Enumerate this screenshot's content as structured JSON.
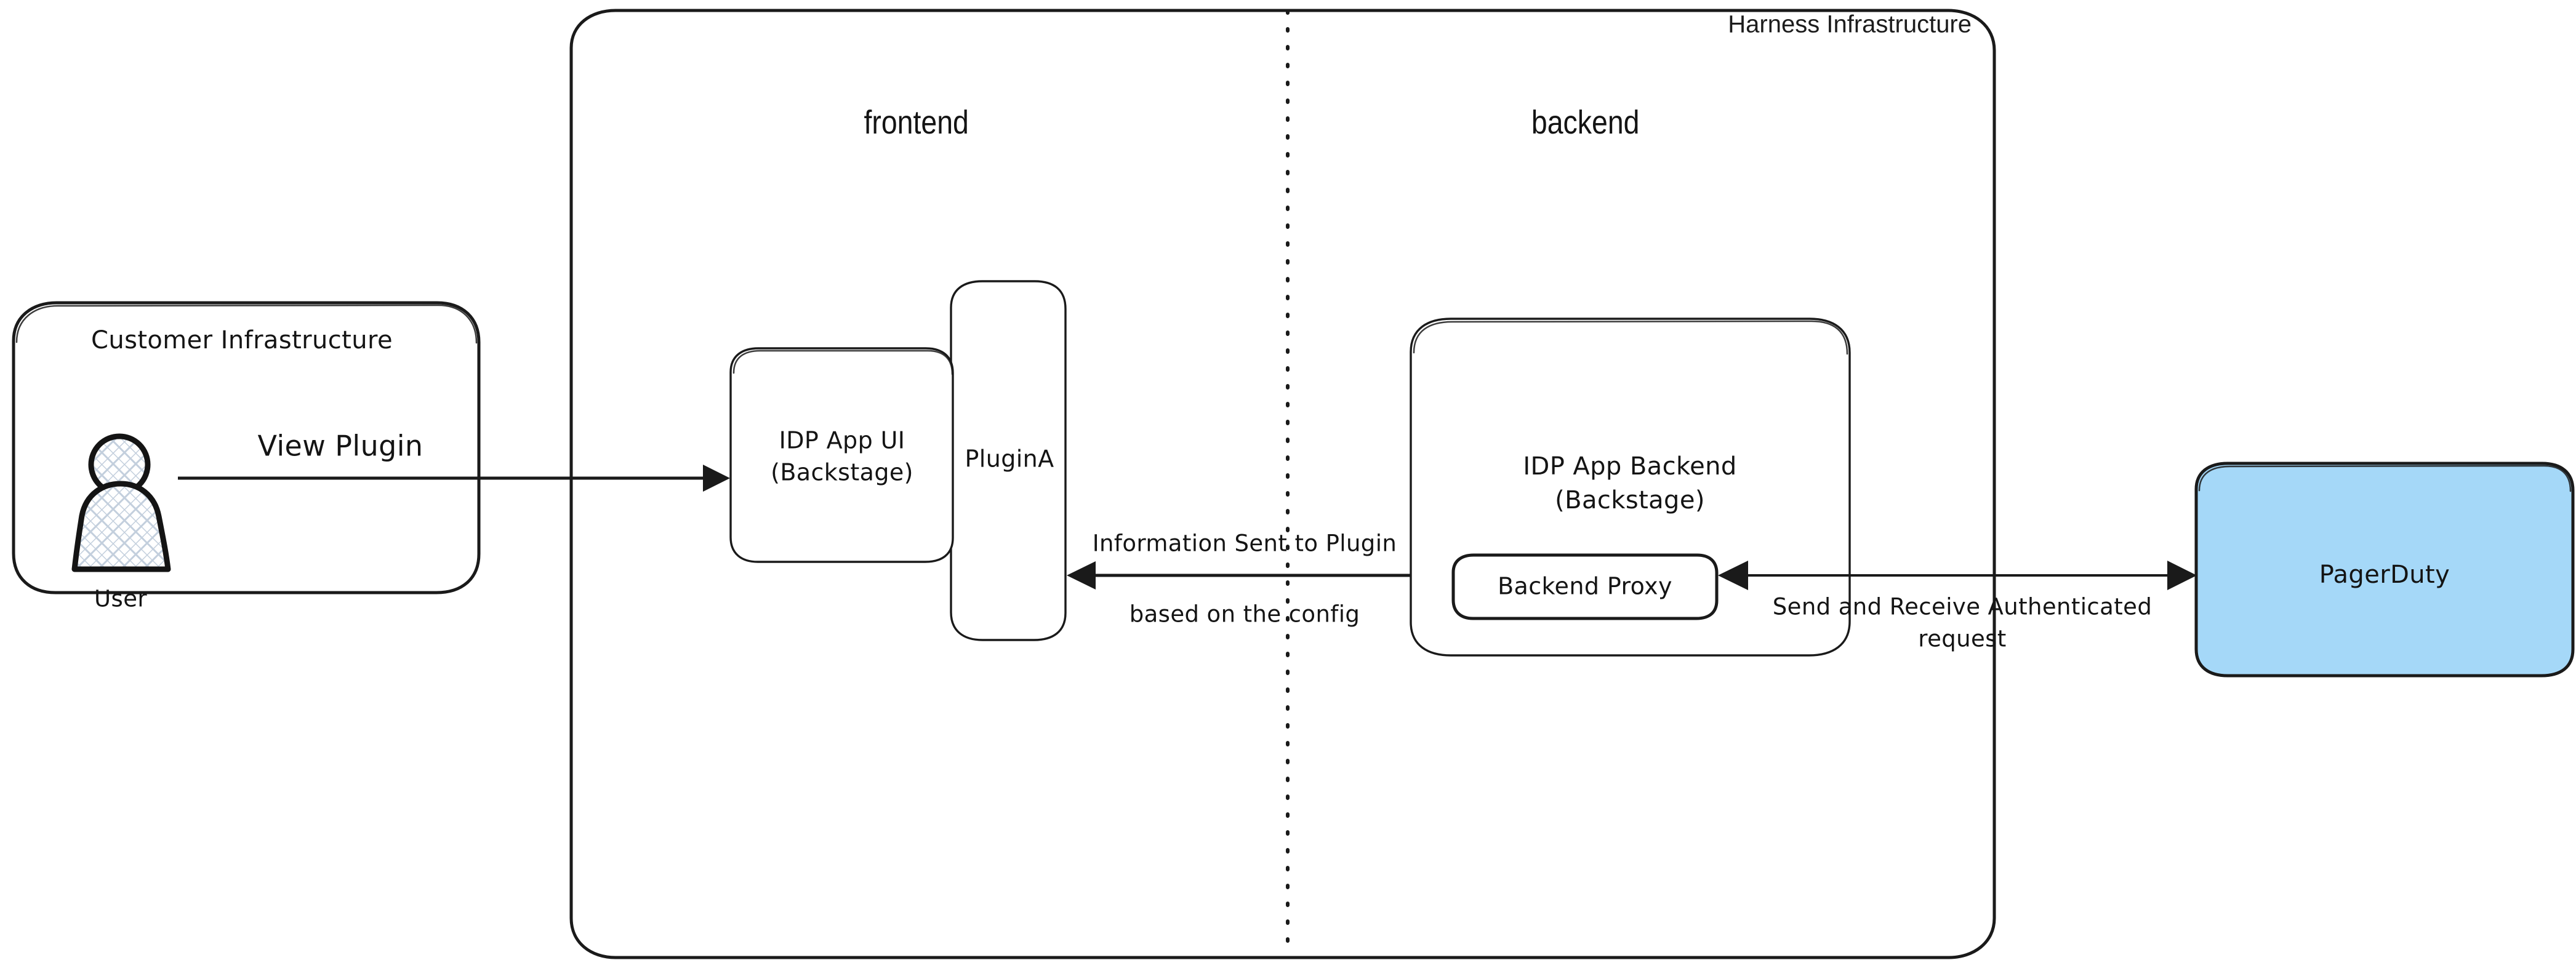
{
  "diagram": {
    "type": "architecture-flow-diagram",
    "background_color": "#ffffff",
    "stroke_color": "#1a1a1a",
    "style": "hand-drawn"
  },
  "containers": {
    "customer_infrastructure": {
      "label": "Customer Infrastructure",
      "fill": "#ffffff",
      "stroke": "#1a1a1a"
    },
    "harness_infrastructure": {
      "label": "Harness Infrastructure",
      "fill": "#ffffff",
      "stroke": "#1a1a1a",
      "divider": "dotted-vertical"
    }
  },
  "zones": {
    "frontend": {
      "label": "frontend"
    },
    "backend": {
      "label": "backend"
    }
  },
  "actors": {
    "user": {
      "label": "User",
      "icon": "user-actor-icon",
      "pattern_fill": "#c8d4e3"
    }
  },
  "nodes": {
    "idp_app_ui": {
      "line1": "IDP App UI",
      "line2": "(Backstage)",
      "fill": "#ffffff"
    },
    "plugin_a": {
      "label": "PluginA",
      "fill": "#ffffff"
    },
    "idp_app_backend": {
      "line1": "IDP App Backend",
      "line2": "(Backstage)",
      "fill": "#ffffff"
    },
    "backend_proxy": {
      "label": "Backend Proxy",
      "fill": "#ffffff"
    },
    "pagerduty": {
      "label": "PagerDuty",
      "fill": "#a5d8f8",
      "stroke": "#1a1a1a"
    }
  },
  "edges": [
    {
      "id": "user-to-idp-ui",
      "label": "View Plugin",
      "from": "User",
      "to": "IDP App UI (Backstage)",
      "direction": "forward"
    },
    {
      "id": "backend-to-plugin",
      "label_line1": "Information Sent to Plugin",
      "label_line2": "based on the config",
      "from": "IDP App Backend (Backstage)",
      "to": "PluginA",
      "direction": "backward"
    },
    {
      "id": "proxy-to-pagerduty",
      "label_line1": "Send and Receive Authenticated",
      "label_line2": "request",
      "from": "Backend Proxy",
      "to": "PagerDuty",
      "direction": "bidirectional"
    }
  ]
}
